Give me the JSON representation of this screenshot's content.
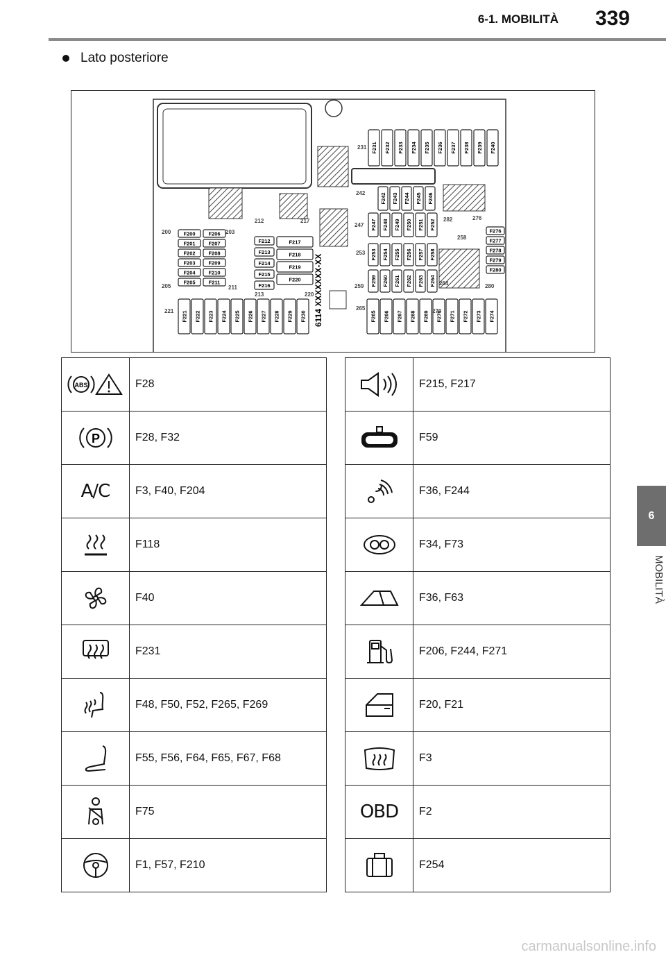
{
  "header": {
    "section": "6-1. MOBILITÀ",
    "page_number": "339"
  },
  "bullet_text": "Lato posteriore",
  "side_tab": {
    "number": "6",
    "label": "MOBILITÀ"
  },
  "diagram": {
    "fuses_top_right": [
      "F231",
      "F232",
      "F233",
      "F234",
      "F235",
      "F236",
      "F237",
      "F238",
      "F239",
      "F240"
    ],
    "fuses_row2": [
      "F242",
      "F243",
      "F244",
      "F245",
      "F246"
    ],
    "fuses_row3": [
      "F247",
      "F248",
      "F249",
      "F250",
      "F251",
      "F252"
    ],
    "fuses_row4": [
      "F253",
      "F254",
      "F255",
      "F256",
      "F257",
      "F258"
    ],
    "fuses_row5": [
      "F259",
      "F260",
      "F261",
      "F262",
      "F263",
      "F264"
    ],
    "fuses_left_col1": [
      "F200",
      "F201",
      "F202",
      "F203",
      "F204",
      "F205"
    ],
    "fuses_left_col2": [
      "F206",
      "F207",
      "F208",
      "F209",
      "F210",
      "F211"
    ],
    "fuses_mid_small": [
      "F212",
      "F213",
      "F214",
      "F215",
      "F216"
    ],
    "fuses_mid_big": [
      "F217",
      "F218",
      "F219",
      "F220"
    ],
    "fuses_right_col": [
      "F276",
      "F277",
      "F278",
      "F279",
      "F280"
    ],
    "fuses_bottom_left": [
      "F221",
      "F222",
      "F223",
      "F224",
      "F225",
      "F226",
      "F227",
      "F228",
      "F229",
      "F230"
    ],
    "fuses_bottom_right": [
      "F265",
      "F266",
      "F267",
      "F268",
      "F269",
      "F270",
      "F271",
      "F272",
      "F273",
      "F274"
    ],
    "labels": [
      "200",
      "203",
      "205",
      "211",
      "212",
      "217",
      "213",
      "220",
      "221",
      "231",
      "242",
      "247",
      "253",
      "258",
      "259",
      "264",
      "265",
      "270",
      "276",
      "280",
      "282"
    ],
    "code": "6114 XXXXXXX-XX"
  },
  "table_left": [
    {
      "icon": "abs-warning-icon",
      "fuses": "F28"
    },
    {
      "icon": "parking-brake-icon",
      "fuses": "F28, F32"
    },
    {
      "icon": "ac-icon",
      "icon_text": "A/C",
      "fuses": "F3, F40, F204"
    },
    {
      "icon": "seat-heat-icon",
      "fuses": "F118"
    },
    {
      "icon": "fan-icon",
      "fuses": "F40"
    },
    {
      "icon": "rear-defrost-icon",
      "fuses": "F231"
    },
    {
      "icon": "heated-seat-icon",
      "fuses": "F48, F50, F52, F265, F269"
    },
    {
      "icon": "seat-icon",
      "fuses": "F55, F56, F64, F65, F67, F68"
    },
    {
      "icon": "seatbelt-icon",
      "fuses": "F75"
    },
    {
      "icon": "steering-wheel-icon",
      "fuses": "F1, F57, F210"
    }
  ],
  "table_right": [
    {
      "icon": "horn-icon",
      "fuses": "F215, F217"
    },
    {
      "icon": "rearview-mirror-icon",
      "fuses": "F59"
    },
    {
      "icon": "wireless-icon",
      "fuses": "F36, F244"
    },
    {
      "icon": "interior-light-icon",
      "fuses": "F34, F73"
    },
    {
      "icon": "sunroof-icon",
      "fuses": "F36, F63"
    },
    {
      "icon": "fuel-pump-icon",
      "fuses": "F206, F244, F271"
    },
    {
      "icon": "door-icon",
      "fuses": "F20, F21"
    },
    {
      "icon": "front-defrost-icon",
      "fuses": "F3"
    },
    {
      "icon": "obd-icon",
      "icon_text": "OBD",
      "fuses": "F2"
    },
    {
      "icon": "luggage-icon",
      "fuses": "F254"
    }
  ],
  "watermark": "carmanualsonline.info"
}
